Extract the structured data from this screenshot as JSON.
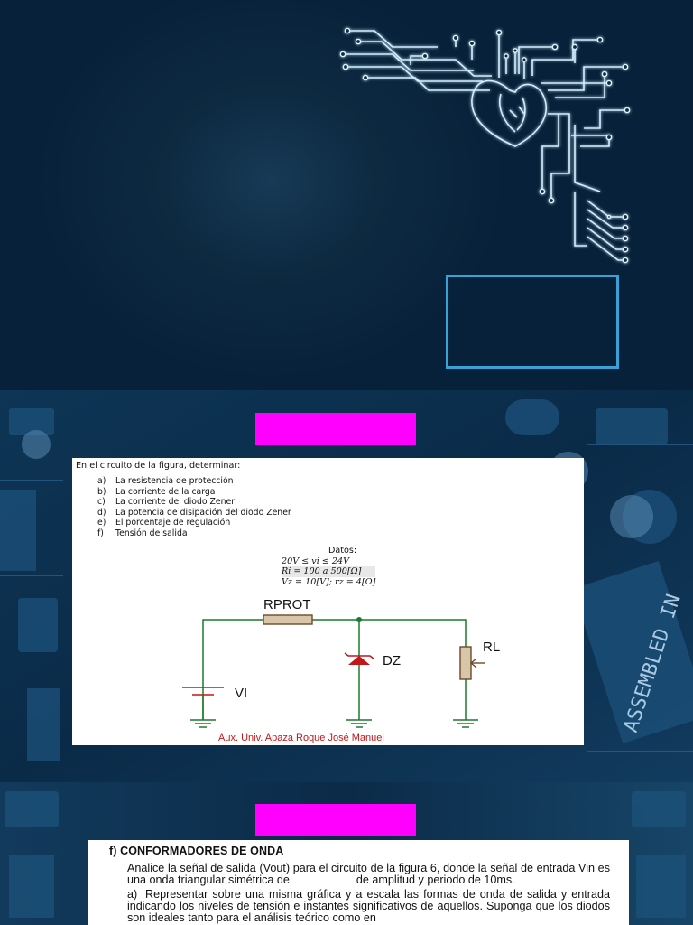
{
  "slide1": {
    "accent": "#3aa0d8",
    "icons": [
      "circuit-heart-illustration"
    ]
  },
  "slide2": {
    "accent": "#ff00ff",
    "problem": {
      "intro": "En el circuito de la figura, determinar:",
      "items": [
        {
          "letter": "a)",
          "text": "La resistencia de protección"
        },
        {
          "letter": "b)",
          "text": "La corriente de la carga"
        },
        {
          "letter": "c)",
          "text": "La corriente del diodo Zener"
        },
        {
          "letter": "d)",
          "text": "La potencia de disipación del diodo Zener"
        },
        {
          "letter": "e)",
          "text": "El porcentaje de regulación"
        },
        {
          "letter": "f)",
          "text": "Tensión de salida"
        }
      ],
      "datos_title": "Datos:",
      "datos": [
        "20V ≤ vi ≤ 24V",
        "Ri = 100 a 500[Ω]",
        "Vz = 10[V];  rz = 4[Ω]"
      ],
      "circuit_labels": {
        "resistor": "RPROT",
        "source": "VI",
        "zener": "DZ",
        "load": "RL"
      },
      "caption": "Aux. Univ. Apaza Roque José Manuel"
    }
  },
  "slide3": {
    "accent": "#ff00ff",
    "title": "f) CONFORMADORES DE ONDA",
    "paragraph_a": "Analice la señal de salida (Vout) para el circuito de la figura 6, donde la señal de entrada Vin es una onda triangular simétrica de",
    "paragraph_b": "de amplitud y periodo de 10ms.",
    "item_letter": "a)",
    "item_text": "Representar sobre una misma gráfica y a escala las formas de onda de salida y entrada indicando los niveles de tensión e instantes significativos de aquellos. Suponga que los diodos son ideales tanto para el análisis teórico como en"
  }
}
